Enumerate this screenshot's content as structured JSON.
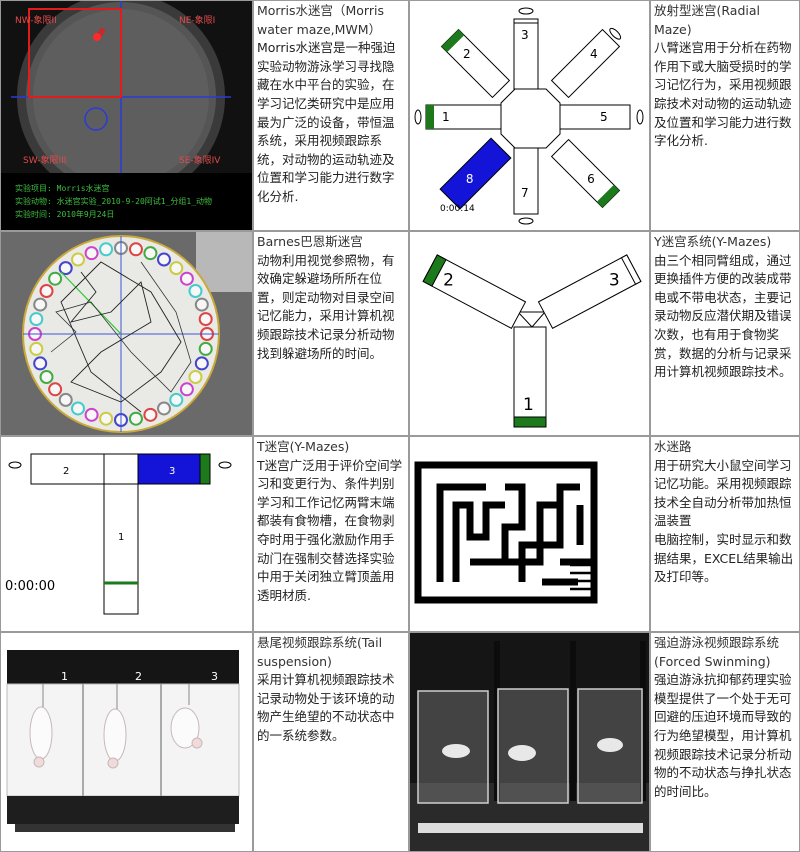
{
  "rows": [
    {
      "left_image": {
        "name": "morris-water-maze-image",
        "quadrants": [
          "NW-象限II",
          "NE-象限I",
          "SW-象限III",
          "SE-象限IV"
        ],
        "info_lines": [
          "实验项目: Morris水迷宫",
          "实验动物: 水迷宫实验_2010-9-20阿试1_分组1_动物",
          "实验时间: 2010年9月24日"
        ]
      },
      "left_text": {
        "title": "Morris水迷宫（Morris water maze,MWM）",
        "body": "Morris水迷宫是一种强迫实验动物游泳学习寻找隐藏在水中平台的实验，在学习记忆类研究中是应用最为广泛的设备，带恒温系统，采用视频跟踪系统，对动物的运动轨迹及位置和学习能力进行数字化分析."
      },
      "right_image": {
        "name": "radial-maze-image",
        "arms": [
          "1",
          "2",
          "3",
          "4",
          "5",
          "6",
          "7",
          "8"
        ],
        "timer": "0:00:14"
      },
      "right_text": {
        "title": "放射型迷宫(Radial Maze)",
        "body": "八臂迷宫用于分析在药物作用下或大脑受损时的学习记忆行为，采用视频跟踪技术对动物的运动轨迹及位置和学习能力进行数字化分析."
      }
    },
    {
      "left_image": {
        "name": "barnes-maze-image"
      },
      "left_text": {
        "title": "Barnes巴恩斯迷宫",
        "body": "动物利用视觉参照物，有效确定躲避场所所在位置，则定动物对目录空间记忆能力，采用计算机视频跟踪技术记录分析动物找到躲避场所的时间。"
      },
      "right_image": {
        "name": "y-maze-image",
        "arms": [
          "2",
          "3",
          "1"
        ]
      },
      "right_text": {
        "title": "Y迷宫系统(Y-Mazes)",
        "body": "由三个相同臂组成，通过更换插件方便的改装成带电或不带电状态，主要记录动物反应潜伏期及错误次数，也有用于食物奖赏，数据的分析与记录采用计算机视频跟踪技术。"
      }
    },
    {
      "left_image": {
        "name": "t-maze-image",
        "arms": [
          "2",
          "3",
          "1"
        ],
        "timer": "0:00:00"
      },
      "left_text": {
        "title": "T迷宫(Y-Mazes)",
        "body": "T迷宫广泛用于评价空间学习和变更行为、条件判别学习和工作记忆两臂末端都装有食物槽，在食物剥夺时用于强化激励作用手动门在强制交替选择实验中用于关闭独立臂顶盖用透明材质."
      },
      "right_image": {
        "name": "water-maze-path-image"
      },
      "right_text": {
        "title": "水迷路",
        "body": "用于研究大小鼠空间学习记忆功能。采用视频跟踪技术全自动分析带加热恒温装置\n电脑控制，实时显示和数据结果，EXCEL结果输出及打印等。"
      }
    },
    {
      "left_image": {
        "name": "tail-suspension-image",
        "chambers": [
          "1",
          "2",
          "3"
        ]
      },
      "left_text": {
        "title": "悬尾视频跟踪系统(Tail suspension)",
        "body": "采用计算机视频跟踪技术记录动物处于该环境的动物产生绝望的不动状态中的一系统参数。"
      },
      "right_image": {
        "name": "forced-swimming-image"
      },
      "right_text": {
        "title": "强迫游泳视频跟踪系统(Forced Swinming)",
        "body": "强迫游泳抗抑郁药理实验模型提供了一个处于无可回避的压迫环境而导致的行为绝望模型，用计算机视频跟踪技术记录分析动物的不动状态与挣扎状态的时间比。"
      }
    }
  ]
}
